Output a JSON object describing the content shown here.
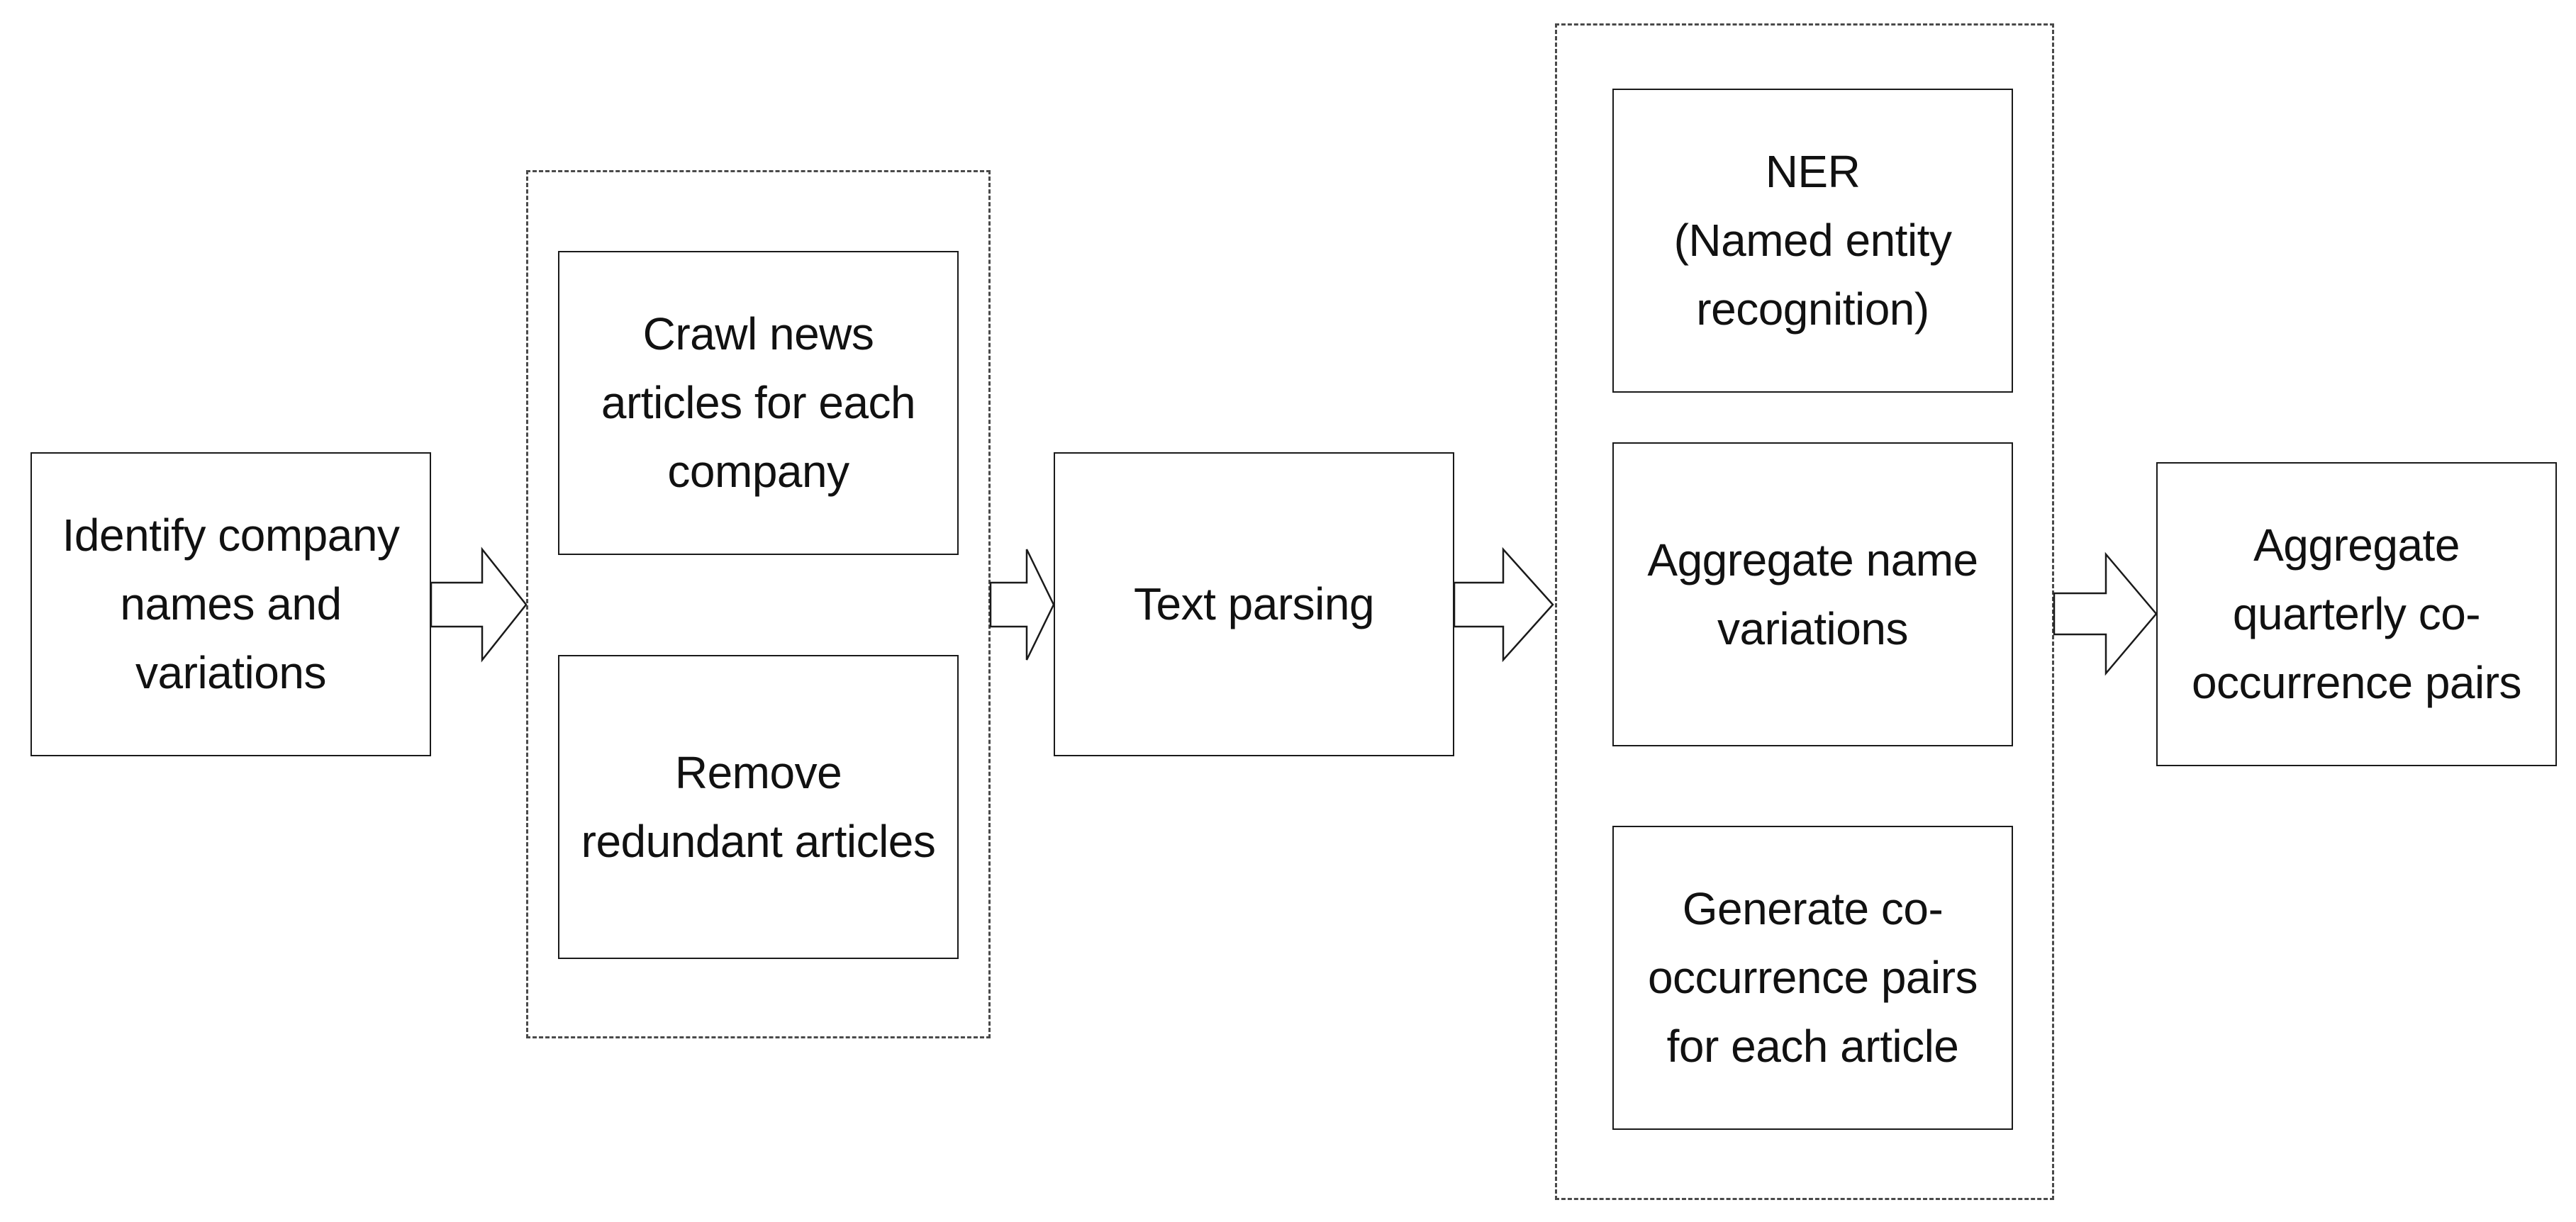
{
  "diagram": {
    "steps": {
      "identify": "Identify company\nnames and\nvariations",
      "crawl": "Crawl news\narticles for each\ncompany",
      "remove": "Remove\nredundant articles",
      "text_parsing": "Text parsing",
      "ner": "NER\n(Named entity\nrecognition)",
      "aggregate_names": "Aggregate name\nvariations",
      "generate_pairs": "Generate co-\noccurrence pairs\nfor each article",
      "aggregate_quarterly": "Aggregate\nquarterly co-\noccurrence pairs"
    },
    "colors": {
      "stroke": "#1a1a1a",
      "dashed_group": "#4a4a4a",
      "fill": "#ffffff"
    }
  }
}
